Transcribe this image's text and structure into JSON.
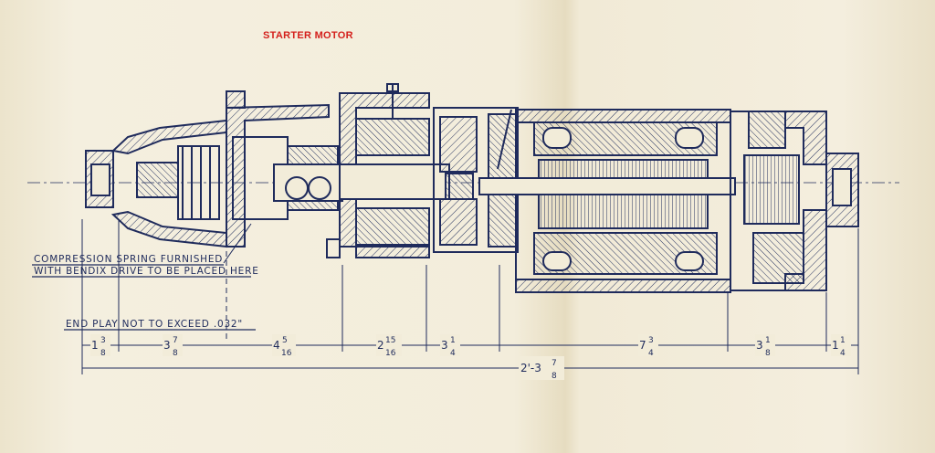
{
  "title": "STARTER MOTOR",
  "notes": {
    "spring_line1": "COMPRESSION SPRING FURNISHED",
    "spring_line2": "WITH BENDIX DRIVE TO BE PLACED HERE",
    "end_play": "END PLAY NOT TO EXCEED .032\""
  },
  "dimensions": [
    {
      "whole": "1",
      "num": "3",
      "den": "8",
      "unit": "\""
    },
    {
      "whole": "3",
      "num": "7",
      "den": "8",
      "unit": "\""
    },
    {
      "whole": "4",
      "num": "5",
      "den": "16",
      "unit": "\""
    },
    {
      "whole": "2",
      "num": "15",
      "den": "16",
      "unit": "\""
    },
    {
      "whole": "3",
      "num": "1",
      "den": "4",
      "unit": "\""
    },
    {
      "whole": "7",
      "num": "3",
      "den": "4",
      "unit": "\""
    },
    {
      "whole": "3",
      "num": "1",
      "den": "8",
      "unit": "\""
    },
    {
      "whole": "1",
      "num": "1",
      "den": "4",
      "unit": "\""
    }
  ],
  "overall": {
    "whole": "2'-3",
    "num": "7",
    "den": "8",
    "unit": "\""
  }
}
